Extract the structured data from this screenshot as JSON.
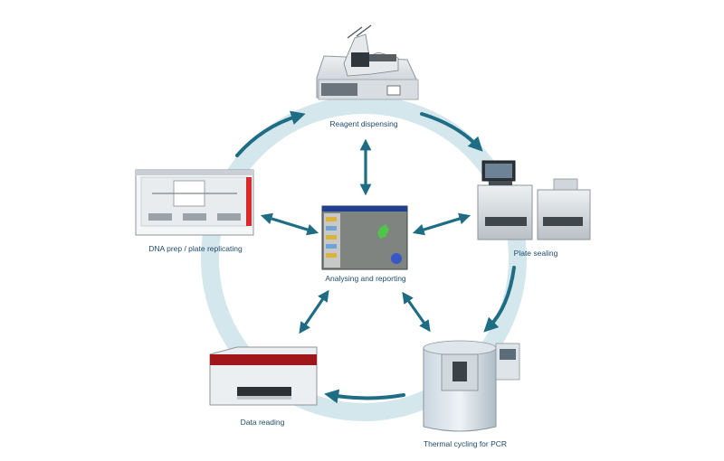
{
  "nodes": {
    "reagent": {
      "label": "Reagent dispensing"
    },
    "sealing": {
      "label": "Plate sealing"
    },
    "thermal": {
      "label": "Thermal cycling for PCR"
    },
    "reading": {
      "label": "Data reading"
    },
    "dnaprep": {
      "label": "DNA prep / plate replicating"
    },
    "center": {
      "label": "Analysing and reporting"
    }
  },
  "colors": {
    "ring": "#d4e7ec",
    "arrow": "#1e6d84",
    "label": "#1f4a67"
  }
}
